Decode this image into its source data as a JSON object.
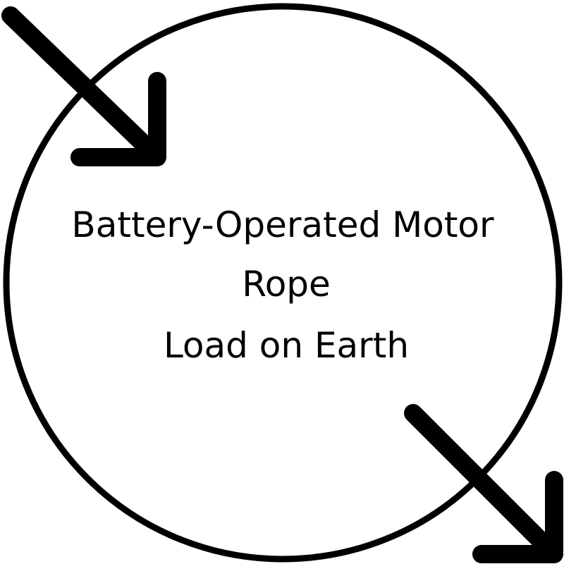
{
  "system": {
    "lines": [
      "Battery-Operated Motor",
      "Rope",
      "Load on Earth"
    ]
  },
  "arrows": {
    "input_icon": "arrow-down-right-icon",
    "output_icon": "arrow-down-right-icon"
  },
  "colors": {
    "stroke": "#000000",
    "background": "#ffffff",
    "text": "#000000"
  }
}
